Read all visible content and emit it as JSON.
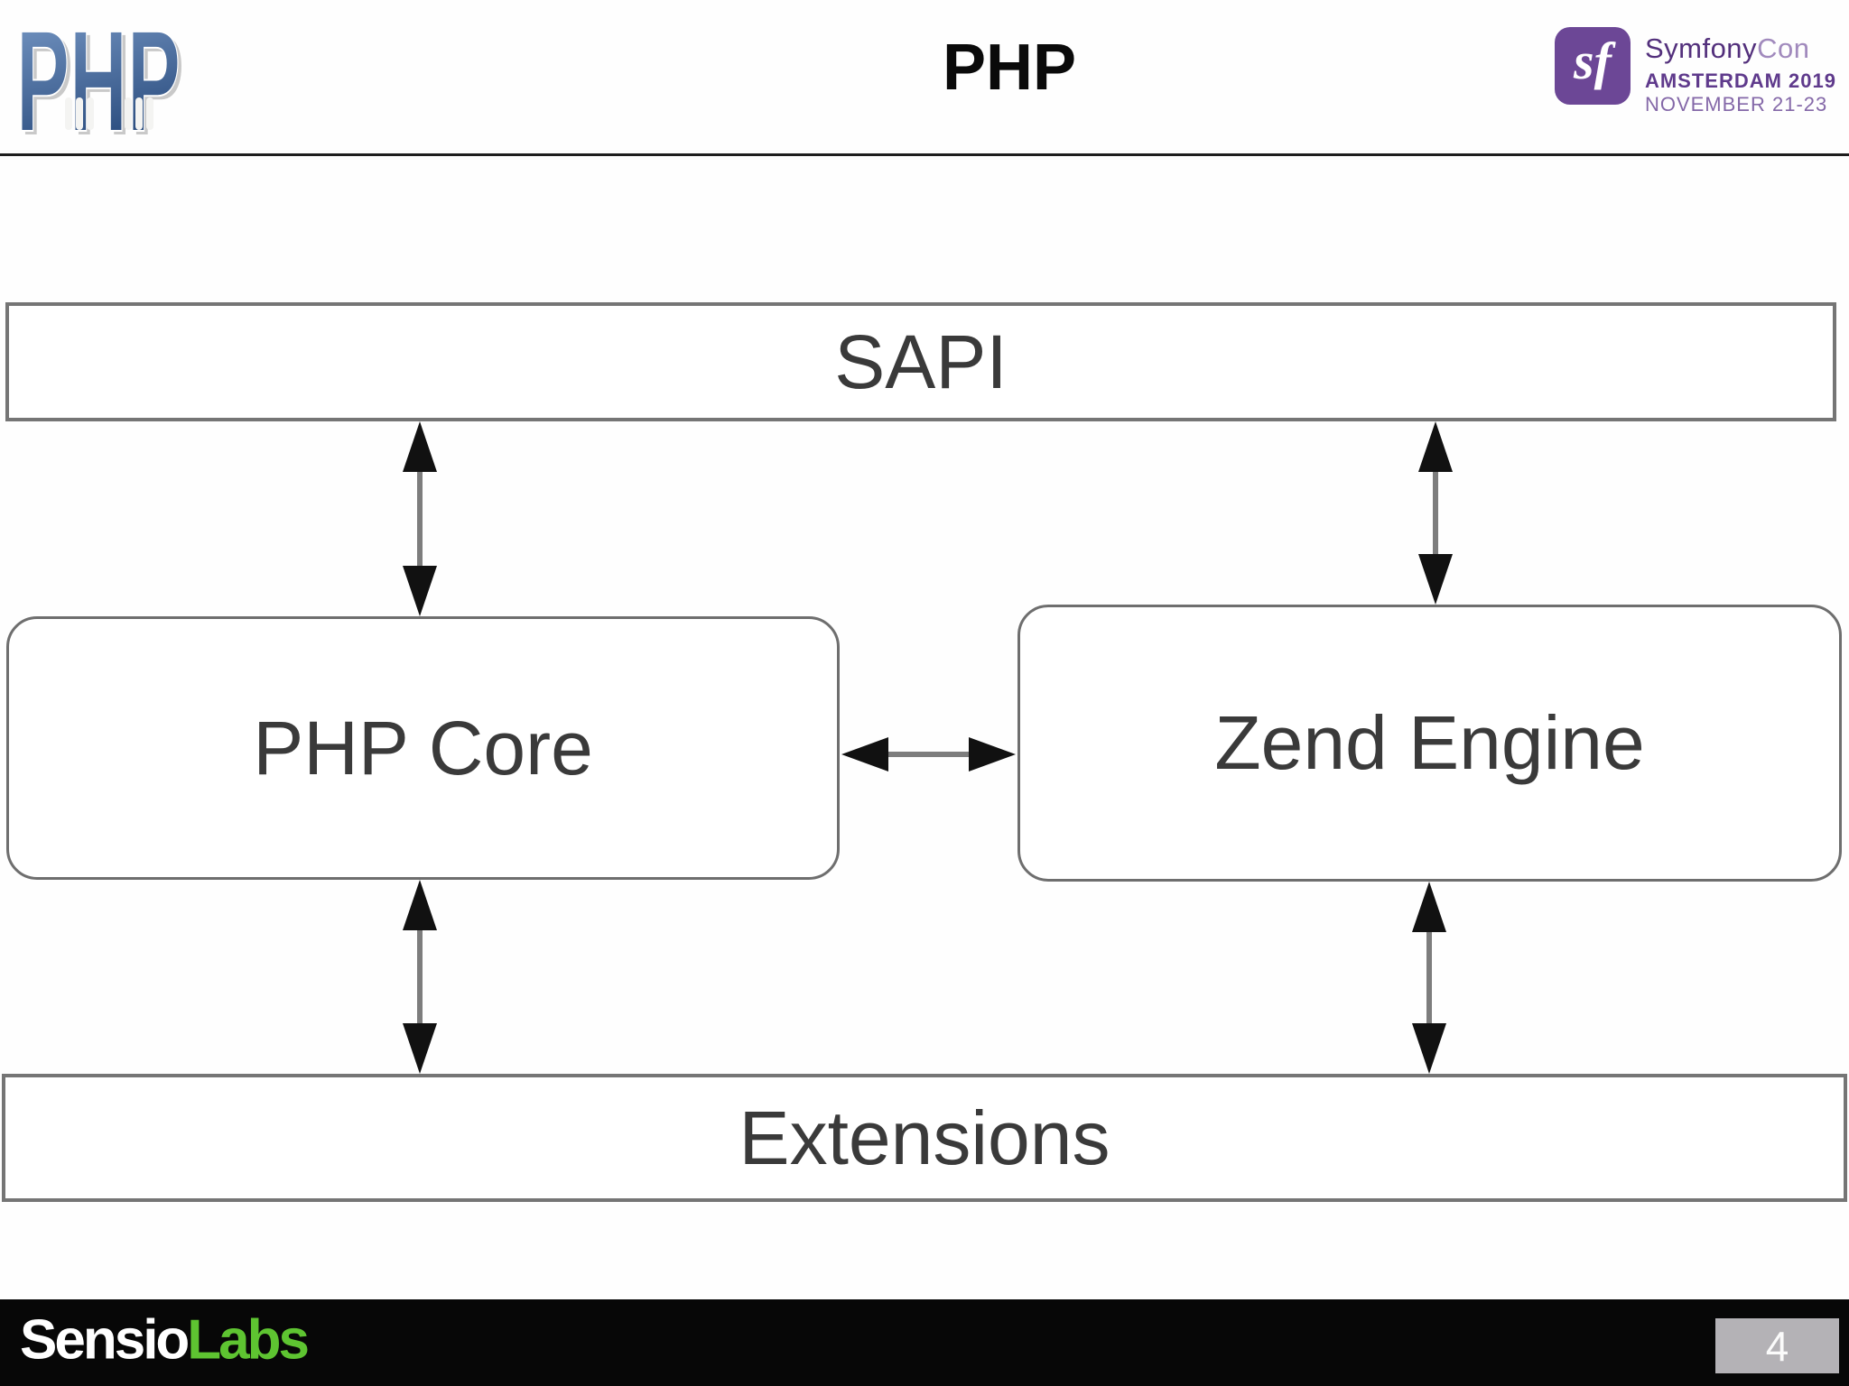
{
  "header": {
    "php_logo_text": "PHP",
    "title": "PHP",
    "symfonycon": {
      "badge": "sf",
      "name_primary": "Symfony",
      "name_secondary": "Con",
      "event_line": "AMSTERDAM 2019",
      "date_line": "NOVEMBER 21-23"
    }
  },
  "diagram": {
    "nodes": [
      {
        "id": "sapi",
        "label": "SAPI"
      },
      {
        "id": "php-core",
        "label": "PHP Core"
      },
      {
        "id": "zend-engine",
        "label": "Zend Engine"
      },
      {
        "id": "extensions",
        "label": "Extensions"
      }
    ],
    "edges": [
      {
        "from": "sapi",
        "to": "php-core",
        "bidirectional": true
      },
      {
        "from": "sapi",
        "to": "zend-engine",
        "bidirectional": true
      },
      {
        "from": "php-core",
        "to": "zend-engine",
        "bidirectional": true
      },
      {
        "from": "php-core",
        "to": "extensions",
        "bidirectional": true
      },
      {
        "from": "zend-engine",
        "to": "extensions",
        "bidirectional": true
      }
    ]
  },
  "footer": {
    "brand_primary": "Sensio",
    "brand_secondary": "Labs",
    "page_number": "4"
  },
  "colors": {
    "php_logo_blue_light": "#7b9cc9",
    "php_logo_blue_dark": "#27497b",
    "symfony_purple": "#6c4796",
    "sensiolabs_green": "#5ec431",
    "box_border_gray": "#6e6e6e",
    "box_text_gray": "#3a3a3a",
    "arrow_head_black": "#111111",
    "arrow_shaft_gray": "#7d7d7d",
    "footer_black": "#070707",
    "page_number_bg": "#b4b2b6"
  }
}
